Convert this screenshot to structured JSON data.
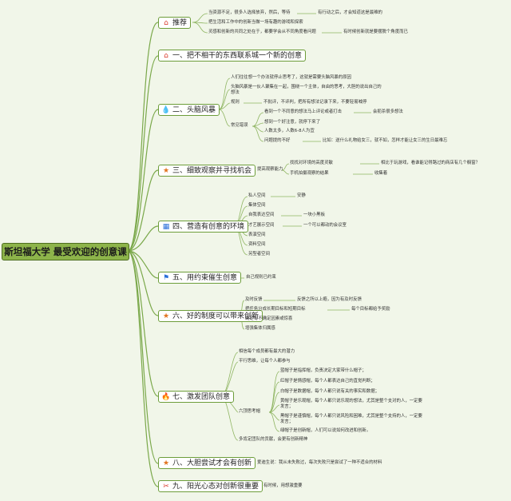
{
  "root": "斯坦福大学 最受欢迎的创意课",
  "branches": [
    {
      "label": "推荐",
      "icon": "home-icon",
      "color": "#d9382a",
      "items": [
        "当资源不足，很多人选择放弃，然后，等待",
        "有行动之后，才会知道这是最难的",
        "把生活和工作中的创新当做一场有趣的游戏和探索",
        "灵感和创新的共同之处在于，都要学会从不同角度看问题",
        "有时候创新就是要摆脱个角度而已"
      ]
    },
    {
      "label": "一、把不相干的东西联系城一个新的创意",
      "icon": "home-icon",
      "color": "#d9382a",
      "items": []
    },
    {
      "label": "二、头脑风暴",
      "icon": "water-drop-icon",
      "color": "#2a6fd9",
      "items": [
        "人们往往想一个办法就停止思考了，这就是需要头脑风暴的原因",
        "头脑风暴是一伙人聚集在一起，围绕一个主体，自由的思考，大胆的说出自己的想法",
        "规则",
        "不批评，不评判，把所有想法记录下来，不要轻易喊停",
        "常见错误",
        "看到一个不同意的想法马上评论或者打击",
        "会扼杀很多想法",
        "想到一个好注意，就停下来了",
        "人数太多，人数6-8人为宜",
        "问题提的不好",
        "比如：送什么礼物给女三，就不如，怎样才能让女三的生日最难忘"
      ]
    },
    {
      "label": "三、细致观察并寻找机会",
      "icon": "star-icon",
      "color": "#e2731f",
      "items": [
        "提高观察能力",
        "找找对环境的高度灵敏",
        "相比于玩游戏，看谁能记得路过的商店有几个橱窗？",
        "手机拍摄观察的结果",
        "收集着"
      ]
    },
    {
      "label": "四、营造有创意的环境",
      "icon": "grid-icon",
      "color": "#2a6fd9",
      "items": [
        "私人空间",
        "安静",
        "集体空间",
        "自我表达空间",
        "一块小黑板",
        "才艺展示空间",
        "一个可以都动的会议室",
        "表演空间",
        "资料空间",
        "另型者空间"
      ]
    },
    {
      "label": "五、用约束催生创意",
      "icon": "flag-icon",
      "color": "#2a6fd9",
      "items": [
        "自己规则已约束"
      ]
    },
    {
      "label": "六、好的制度可以带来创新",
      "icon": "star-icon",
      "color": "#e2731f",
      "items": [
        "及时反馈",
        "反馈之所以上瘾，因为有及时反馈",
        "把任务分成长期目标和短期目标",
        "每个目标都给予奖励",
        "确定有不确定因素或惊喜",
        "增强集体归属感"
      ]
    },
    {
      "label": "七、激发团队创意",
      "icon": "fire-icon",
      "color": "#d9382a",
      "items": [
        "相信每个成员都有最大的潜力",
        "平行思维，让每个人都参与",
        "六顶思考帽",
        "蓝帽子是指挥帽，负责决定大家带什么帽子；",
        "红帽子是情感帽，每个人都表达自己的直觉判断；",
        "白帽子是数据帽，每个人都只说有关的事实和数据；",
        "黄帽子是乐观帽，每个人都只说乐观的想法，尤其是整个支对的人，一定要发言；",
        "黑帽子是谨慎帽，每个人都只说风险和困难，尤其是整个支持的人，一定要发言；",
        "绿帽子是创新帽，人们可以说如何改进和创新。",
        "多肯定团队的贡献，会更有创新精神"
      ]
    },
    {
      "label": "八、大胆尝试才会有创新",
      "icon": "star-icon",
      "color": "#e2731f",
      "items": [
        "爱迪生说：我从未失败过，每次失败只是尝试了一种不适合的材料"
      ]
    },
    {
      "label": "九、阳光心态对创新很重要",
      "icon": "tools-icon",
      "color": "#d9382a",
      "items": [
        "有时候，用想激重要"
      ]
    }
  ]
}
